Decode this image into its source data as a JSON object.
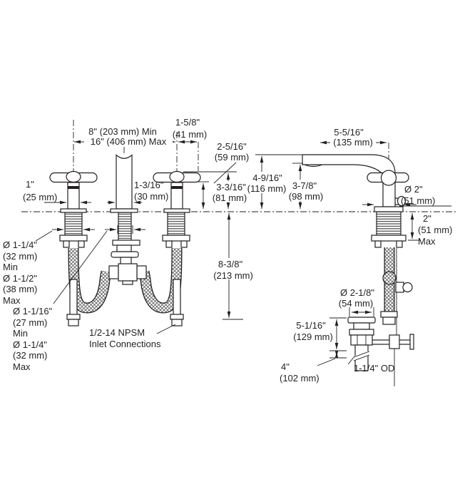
{
  "drawing": {
    "title": "widespread-lavatory-faucet-installation-dimension-diagram",
    "line_color": "#231f20",
    "background_color": "#ffffff",
    "dims": {
      "spread_min": "8\" (203 mm) Min",
      "spread_max": "16\" (406 mm) Max",
      "handle_half_width_in": "1-5/8\"",
      "handle_half_width_mm": "(41 mm)",
      "handle_clearance_in": "2-5/16\"",
      "handle_clearance_mm": "(59 mm)",
      "handle_height_in": "3-3/16\"",
      "handle_height_mm": "(81 mm)",
      "handle_stem_in": "1\"",
      "handle_stem_mm": "(25 mm)",
      "spout_dia_in": "1-3/16\"",
      "spout_dia_mm": "(30 mm)",
      "spout_reach_in": "5-5/16\"",
      "spout_reach_mm": "(135 mm)",
      "spout_height_in": "4-9/16\"",
      "spout_height_mm": "(116 mm)",
      "outlet_height_in": "3-7/8\"",
      "outlet_height_mm": "(98 mm)",
      "shank_dia_in": "Ø 2\"",
      "shank_dia_mm": "(51 mm)",
      "deck_thickness_in": "2\"",
      "deck_thickness_mm": "(51 mm)",
      "deck_thickness_note": "Max",
      "below_deck_in": "8-3/8\"",
      "below_deck_mm": "(213 mm)",
      "handle_hole_min_in": "Ø 1-1/4\"",
      "handle_hole_min_mm": "(32 mm)",
      "handle_hole_min_note": "Min",
      "handle_hole_max_in": "Ø 1-1/2\"",
      "handle_hole_max_mm": "(38 mm)",
      "handle_hole_max_note": "Max",
      "spout_hole_min_in": "Ø 1-1/16\"",
      "spout_hole_min_mm": "(27 mm)",
      "spout_hole_min_note": "Min",
      "spout_hole_max_in": "Ø 1-1/4\"",
      "spout_hole_max_mm": "(32 mm)",
      "spout_hole_max_note": "Max",
      "inlet_line1": "1/2-14 NPSM",
      "inlet_line2": "Inlet Connections",
      "drain_flange_in": "Ø 2-1/8\"",
      "drain_flange_mm": "(54 mm)",
      "drain_height_in": "5-1/16\"",
      "drain_height_mm": "(129 mm)",
      "tailpiece_in": "4\"",
      "tailpiece_mm": "(102 mm)",
      "tailpiece_od": "1-1/4\" OD"
    }
  }
}
